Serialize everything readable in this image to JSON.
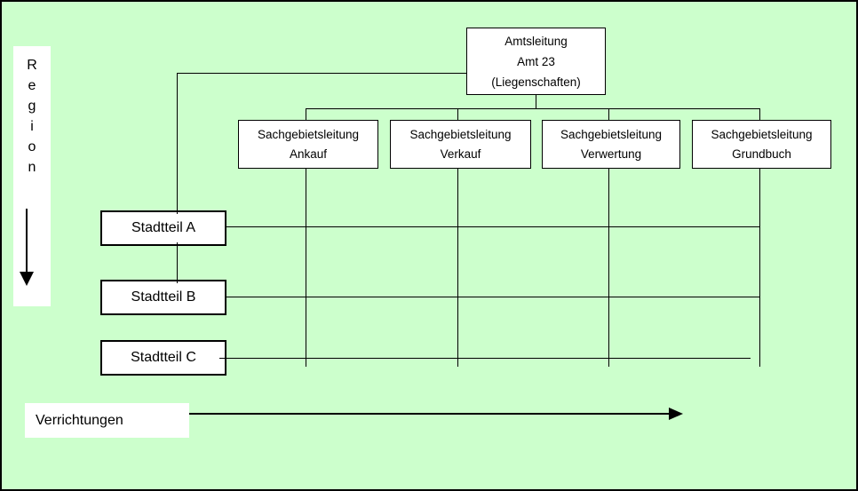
{
  "canvas": {
    "background_color": "#ccffcc",
    "box_fill_color": "#ffffff",
    "line_color": "#000000"
  },
  "region_axis": {
    "label": "Region",
    "letters": [
      "R",
      "e",
      "g",
      "i",
      "o",
      "n"
    ]
  },
  "verrichtungen_axis": {
    "label": "Verrichtungen"
  },
  "org": {
    "root": {
      "line1": "Amtsleitung",
      "line2": "Amt 23",
      "line3": "(Liegenschaften)"
    },
    "departments": [
      {
        "line1": "Sachgebietsleitung",
        "line2": "Ankauf"
      },
      {
        "line1": "Sachgebietsleitung",
        "line2": "Verkauf"
      },
      {
        "line1": "Sachgebietsleitung",
        "line2": "Verwertung"
      },
      {
        "line1": "Sachgebietsleitung",
        "line2": "Grundbuch"
      }
    ],
    "districts": [
      {
        "label": "Stadtteil A"
      },
      {
        "label": "Stadtteil B"
      },
      {
        "label": "Stadtteil C"
      }
    ]
  }
}
